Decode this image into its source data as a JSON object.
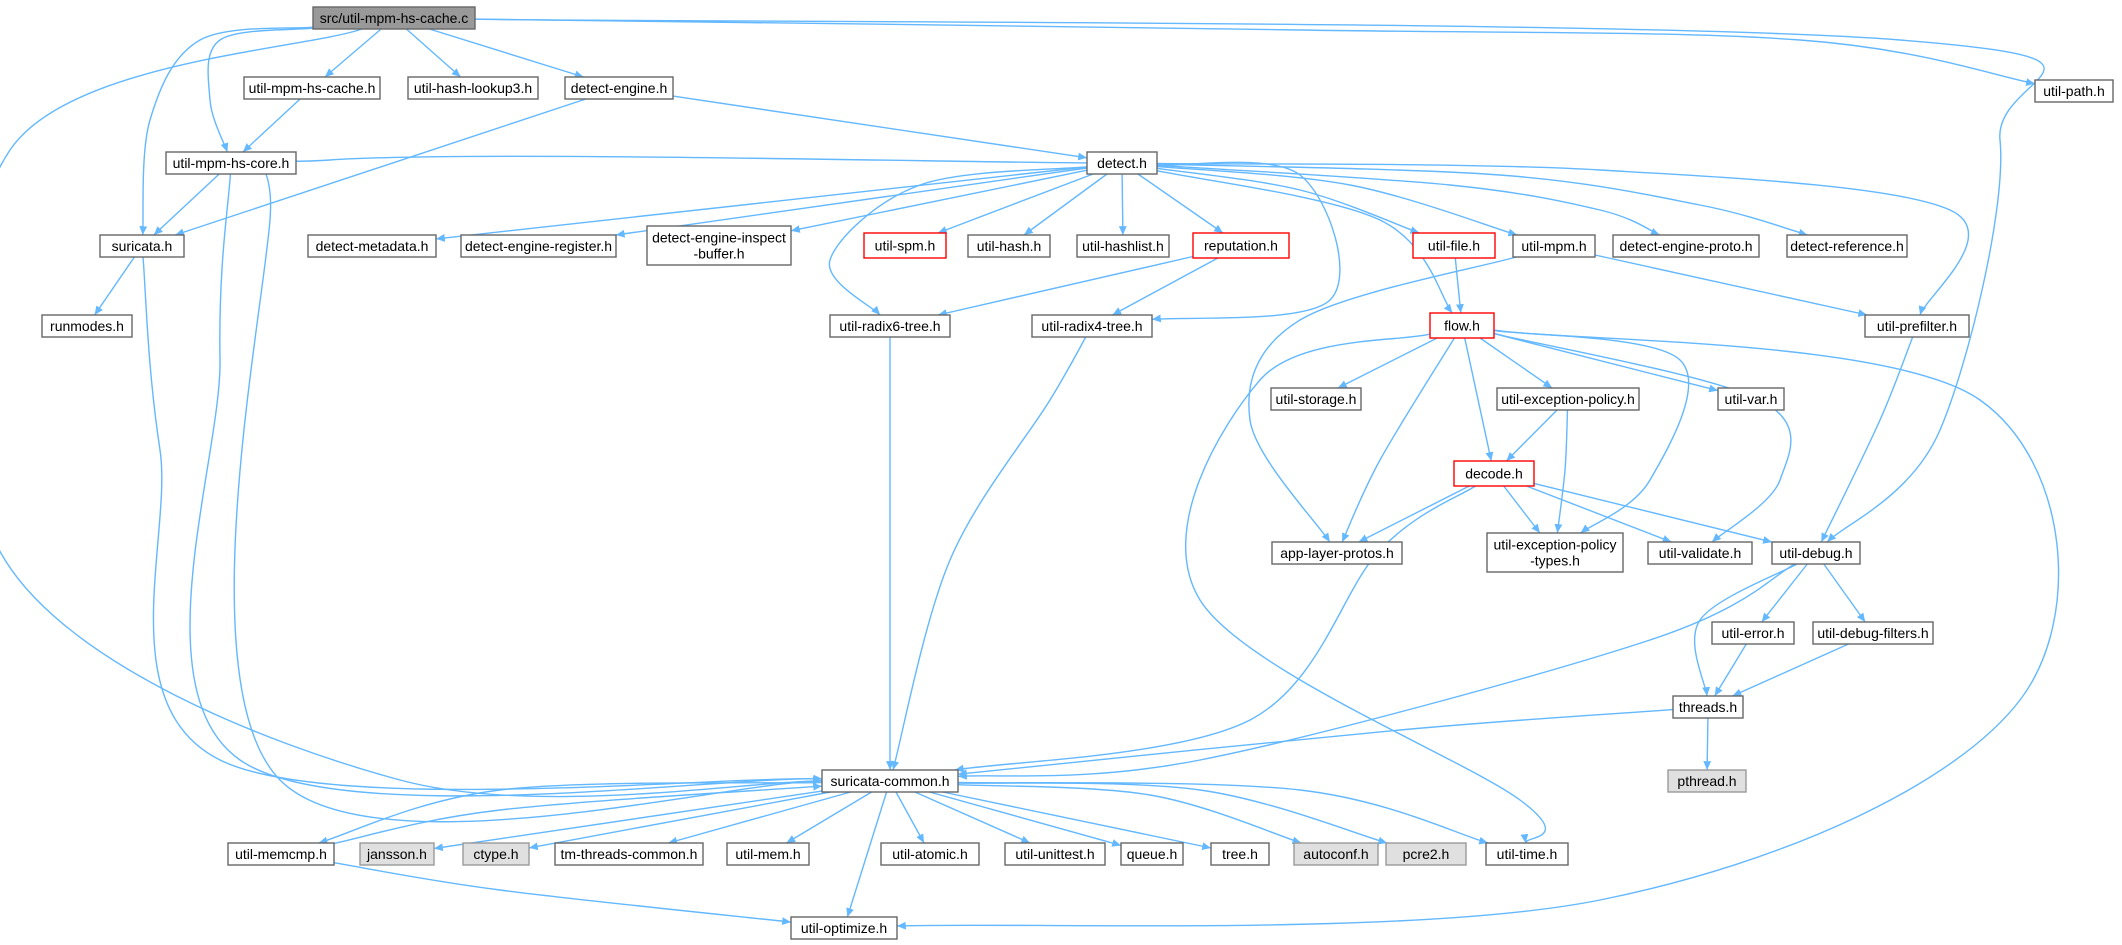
{
  "colors": {
    "edge": "#63b8ff",
    "node_fill": "#ffffff",
    "node_border": "#666666",
    "root_fill": "#999999",
    "root_border": "#666666",
    "red_border": "#ff0000",
    "system_fill": "#e0e0e0",
    "system_border": "#999999"
  },
  "nodes": [
    {
      "id": "root",
      "label": "src/util-mpm-hs-cache.c",
      "style": "root"
    },
    {
      "id": "hscache_h",
      "label": "util-mpm-hs-cache.h"
    },
    {
      "id": "hashlookup3",
      "label": "util-hash-lookup3.h"
    },
    {
      "id": "detect_engine",
      "label": "detect-engine.h"
    },
    {
      "id": "util_path",
      "label": "util-path.h"
    },
    {
      "id": "hscore",
      "label": "util-mpm-hs-core.h"
    },
    {
      "id": "detect",
      "label": "detect.h"
    },
    {
      "id": "suricata",
      "label": "suricata.h"
    },
    {
      "id": "detect_metadata",
      "label": "detect-metadata.h"
    },
    {
      "id": "detect_engine_register",
      "label": "detect-engine-register.h"
    },
    {
      "id": "detect_engine_inspect",
      "label": "detect-engine-inspect\n-buffer.h"
    },
    {
      "id": "util_spm",
      "label": "util-spm.h",
      "style": "red"
    },
    {
      "id": "util_hash",
      "label": "util-hash.h"
    },
    {
      "id": "util_hashlist",
      "label": "util-hashlist.h"
    },
    {
      "id": "reputation",
      "label": "reputation.h",
      "style": "red"
    },
    {
      "id": "util_file",
      "label": "util-file.h",
      "style": "red"
    },
    {
      "id": "util_mpm",
      "label": "util-mpm.h"
    },
    {
      "id": "detect_engine_proto",
      "label": "detect-engine-proto.h"
    },
    {
      "id": "detect_reference",
      "label": "detect-reference.h"
    },
    {
      "id": "runmodes",
      "label": "runmodes.h"
    },
    {
      "id": "radix6",
      "label": "util-radix6-tree.h"
    },
    {
      "id": "radix4",
      "label": "util-radix4-tree.h"
    },
    {
      "id": "flow",
      "label": "flow.h",
      "style": "red"
    },
    {
      "id": "util_prefilter",
      "label": "util-prefilter.h"
    },
    {
      "id": "util_storage",
      "label": "util-storage.h"
    },
    {
      "id": "util_exc_policy",
      "label": "util-exception-policy.h"
    },
    {
      "id": "util_var",
      "label": "util-var.h"
    },
    {
      "id": "decode",
      "label": "decode.h",
      "style": "red"
    },
    {
      "id": "app_layer_protos",
      "label": "app-layer-protos.h"
    },
    {
      "id": "util_exc_types",
      "label": "util-exception-policy\n-types.h"
    },
    {
      "id": "util_validate",
      "label": "util-validate.h"
    },
    {
      "id": "util_debug",
      "label": "util-debug.h"
    },
    {
      "id": "util_error",
      "label": "util-error.h"
    },
    {
      "id": "util_debug_filters",
      "label": "util-debug-filters.h"
    },
    {
      "id": "threads",
      "label": "threads.h"
    },
    {
      "id": "pthread",
      "label": "pthread.h",
      "style": "system"
    },
    {
      "id": "suricata_common",
      "label": "suricata-common.h"
    },
    {
      "id": "util_memcmp",
      "label": "util-memcmp.h"
    },
    {
      "id": "jansson",
      "label": "jansson.h",
      "style": "system"
    },
    {
      "id": "ctype",
      "label": "ctype.h",
      "style": "system"
    },
    {
      "id": "tm_threads_common",
      "label": "tm-threads-common.h"
    },
    {
      "id": "util_mem",
      "label": "util-mem.h"
    },
    {
      "id": "util_atomic",
      "label": "util-atomic.h"
    },
    {
      "id": "util_unittest",
      "label": "util-unittest.h"
    },
    {
      "id": "queue",
      "label": "queue.h"
    },
    {
      "id": "tree",
      "label": "tree.h"
    },
    {
      "id": "autoconf",
      "label": "autoconf.h",
      "style": "system"
    },
    {
      "id": "pcre2",
      "label": "pcre2.h",
      "style": "system"
    },
    {
      "id": "util_time",
      "label": "util-time.h"
    },
    {
      "id": "util_optimize",
      "label": "util-optimize.h"
    }
  ],
  "edges": [
    [
      "root",
      "hscache_h"
    ],
    [
      "root",
      "hashlookup3"
    ],
    [
      "root",
      "detect_engine"
    ],
    [
      "root",
      "util_path"
    ],
    [
      "root",
      "hscore"
    ],
    [
      "root",
      "suricata"
    ],
    [
      "root",
      "suricata_common"
    ],
    [
      "root",
      "util_debug"
    ],
    [
      "hscache_h",
      "hscore"
    ],
    [
      "hscore",
      "suricata"
    ],
    [
      "hscore",
      "suricata_common"
    ],
    [
      "detect_engine",
      "detect"
    ],
    [
      "detect_engine",
      "suricata"
    ],
    [
      "suricata",
      "runmodes"
    ],
    [
      "suricata",
      "suricata_common"
    ],
    [
      "detect",
      "suricata_common"
    ],
    [
      "detect",
      "detect_metadata"
    ],
    [
      "detect",
      "detect_engine_register"
    ],
    [
      "detect",
      "detect_engine_inspect"
    ],
    [
      "detect",
      "util_spm"
    ],
    [
      "detect",
      "util_hash"
    ],
    [
      "detect",
      "util_hashlist"
    ],
    [
      "detect",
      "reputation"
    ],
    [
      "detect",
      "util_file"
    ],
    [
      "detect",
      "util_mpm"
    ],
    [
      "detect",
      "detect_engine_proto"
    ],
    [
      "detect",
      "detect_reference"
    ],
    [
      "detect",
      "radix6"
    ],
    [
      "detect",
      "radix4"
    ],
    [
      "detect",
      "flow"
    ],
    [
      "detect",
      "util_prefilter"
    ],
    [
      "reputation",
      "radix6"
    ],
    [
      "reputation",
      "radix4"
    ],
    [
      "util_file",
      "flow"
    ],
    [
      "util_mpm",
      "util_prefilter"
    ],
    [
      "util_mpm",
      "app_layer_protos"
    ],
    [
      "radix6",
      "suricata_common"
    ],
    [
      "radix4",
      "suricata_common"
    ],
    [
      "util_prefilter",
      "util_debug"
    ],
    [
      "flow",
      "util_storage"
    ],
    [
      "flow",
      "util_exc_policy"
    ],
    [
      "flow",
      "util_var"
    ],
    [
      "flow",
      "decode"
    ],
    [
      "flow",
      "app_layer_protos"
    ],
    [
      "flow",
      "util_exc_types"
    ],
    [
      "flow",
      "util_validate"
    ],
    [
      "flow",
      "util_time"
    ],
    [
      "flow",
      "util_optimize"
    ],
    [
      "util_exc_policy",
      "decode"
    ],
    [
      "util_exc_policy",
      "util_exc_types"
    ],
    [
      "decode",
      "app_layer_protos"
    ],
    [
      "decode",
      "util_exc_types"
    ],
    [
      "decode",
      "util_validate"
    ],
    [
      "decode",
      "util_debug"
    ],
    [
      "decode",
      "suricata_common"
    ],
    [
      "util_debug",
      "util_error"
    ],
    [
      "util_debug",
      "util_debug_filters"
    ],
    [
      "util_debug",
      "threads"
    ],
    [
      "util_debug",
      "suricata_common"
    ],
    [
      "util_error",
      "threads"
    ],
    [
      "util_debug_filters",
      "threads"
    ],
    [
      "threads",
      "pthread"
    ],
    [
      "threads",
      "suricata_common"
    ],
    [
      "suricata_common",
      "util_memcmp"
    ],
    [
      "suricata_common",
      "jansson"
    ],
    [
      "suricata_common",
      "ctype"
    ],
    [
      "suricata_common",
      "tm_threads_common"
    ],
    [
      "suricata_common",
      "util_mem"
    ],
    [
      "suricata_common",
      "util_atomic"
    ],
    [
      "suricata_common",
      "util_unittest"
    ],
    [
      "suricata_common",
      "queue"
    ],
    [
      "suricata_common",
      "tree"
    ],
    [
      "suricata_common",
      "autoconf"
    ],
    [
      "suricata_common",
      "pcre2"
    ],
    [
      "suricata_common",
      "util_time"
    ],
    [
      "suricata_common",
      "util_optimize"
    ],
    [
      "util_memcmp",
      "suricata_common"
    ],
    [
      "util_memcmp",
      "util_optimize"
    ]
  ]
}
